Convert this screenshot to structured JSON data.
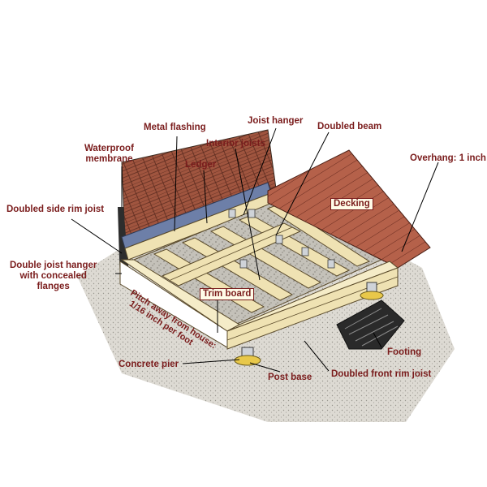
{
  "labels": {
    "waterproof_membrane_1": "Waterproof",
    "waterproof_membrane_2": "membrane",
    "metal_flashing": "Metal flashing",
    "joist_hanger": "Joist hanger",
    "doubled_beam": "Doubled beam",
    "interior_joists": "Interior joists",
    "ledger": "Ledger",
    "overhang": "Overhang: 1 inch",
    "doubled_side_rim_joist": "Doubled side rim joist",
    "decking": "Decking",
    "double_joist_hanger_1": "Double joist hanger",
    "double_joist_hanger_2": "with concealed",
    "double_joist_hanger_3": "flanges",
    "trim_board": "Trim board",
    "pitch_1": "Pitch away from house:",
    "pitch_2": "1/16 inch per foot",
    "footing": "Footing",
    "concrete_pier": "Concrete pier",
    "post_base": "Post base",
    "doubled_front_rim_joist": "Doubled front rim joist"
  },
  "colors": {
    "label": "#7a1c1c",
    "wood": "#efe2b3",
    "wood_edge": "#5a4a2a",
    "shingle": "#a0553f",
    "decking": "#b5614a",
    "gravel": "#bdbab2",
    "pier": "#e8c84a",
    "metal": "#6d7fa8"
  }
}
